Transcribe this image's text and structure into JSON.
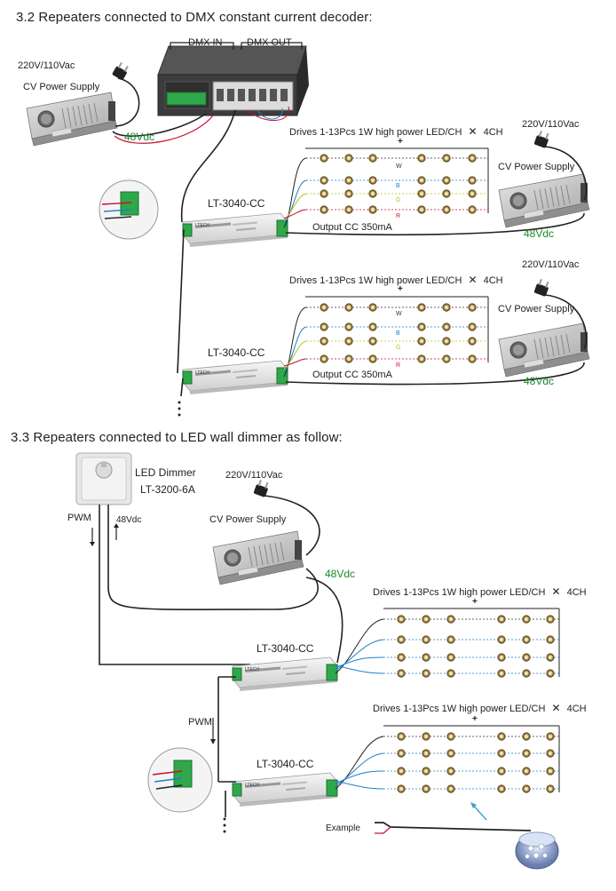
{
  "section_32": {
    "title": "3.2 Repeaters connected to DMX constant current decoder:",
    "dmx_in": "DMX IN",
    "dmx_out": "DMX OUT",
    "ac_left": "220V/110Vac",
    "psu_left": "CV Power Supply",
    "vdc_left": "48Vdc",
    "group1": {
      "drives": "Drives 1-13Pcs 1W high power LED/CH",
      "times": "✕",
      "ch": "4CH",
      "plus": "+",
      "ac": "220V/110Vac",
      "psu": "CV Power Supply",
      "vdc": "48Vdc",
      "device": "LT-3040-CC",
      "output": "Output CC 350mA",
      "w": "W",
      "b": "B",
      "g": "G",
      "r": "R"
    },
    "group2": {
      "drives": "Drives 1-13Pcs 1W high power LED/CH",
      "times": "✕",
      "ch": "4CH",
      "plus": "+",
      "ac": "220V/110Vac",
      "psu": "CV Power Supply",
      "vdc": "48Vdc",
      "device": "LT-3040-CC",
      "output": "Output CC 350mA",
      "w": "W",
      "b": "B",
      "g": "G",
      "r": "R"
    }
  },
  "section_33": {
    "title": "3.3 Repeaters connected to LED wall dimmer as follow:",
    "dimmer_name": "LED Dimmer",
    "dimmer_model": "LT-3200-6A",
    "pwm": "PWM",
    "vdc_small": "48Vdc",
    "ac": "220V/110Vac",
    "psu": "CV Power Supply",
    "vdc": "48Vdc",
    "drives1": "Drives 1-13Pcs 1W high power LED/CH",
    "drives2": "Drives 1-13Pcs 1W high power LED/CH",
    "times": "✕",
    "ch": "4CH",
    "plus": "+",
    "device1": "LT-3040-CC",
    "device2": "LT-3040-CC",
    "pwm2": "PWM",
    "example": "Example"
  },
  "colors": {
    "white_ch": "#333333",
    "blue_ch": "#1e7fc8",
    "green_ch": "#b8c41a",
    "red_ch": "#c8102e",
    "wire": "#222222",
    "label_green": "#1a8a2a"
  }
}
